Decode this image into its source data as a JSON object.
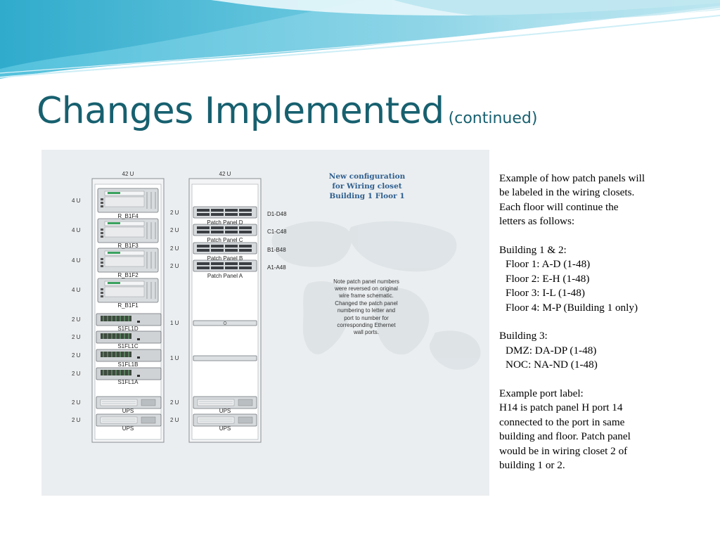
{
  "slide": {
    "title": "Changes Implemented",
    "subtitle": "(continued)"
  },
  "diagram": {
    "rack_left": {
      "header": "42 U",
      "slots": [
        {
          "units": "4 U",
          "label": "R_B1F4",
          "kind": "router"
        },
        {
          "units": "4 U",
          "label": "R_B1F3",
          "kind": "router"
        },
        {
          "units": "4 U",
          "label": "R_B1F2",
          "kind": "router"
        },
        {
          "units": "4 U",
          "label": "R_B1F1",
          "kind": "router"
        },
        {
          "units": "2 U",
          "label": "S1FL1D",
          "kind": "switch"
        },
        {
          "units": "2 U",
          "label": "S1FL1C",
          "kind": "switch"
        },
        {
          "units": "2 U",
          "label": "S1FL1B",
          "kind": "switch"
        },
        {
          "units": "2 U",
          "label": "S1FL1A",
          "kind": "switch"
        },
        {
          "units": "2 U",
          "label": "UPS",
          "kind": "ups"
        },
        {
          "units": "2 U",
          "label": "UPS",
          "kind": "ups"
        }
      ]
    },
    "rack_right": {
      "header": "42 U",
      "slots": [
        {
          "units": "2 U",
          "label": "Patch Panel D",
          "range": "D1-D48",
          "kind": "patch"
        },
        {
          "units": "2 U",
          "label": "Patch Panel C",
          "range": "C1-C48",
          "kind": "patch"
        },
        {
          "units": "2 U",
          "label": "Patch Panel B",
          "range": "B1-B48",
          "kind": "patch"
        },
        {
          "units": "2 U",
          "label": "Patch Panel A",
          "range": "A1-A48",
          "kind": "patch"
        },
        {
          "units": "1 U",
          "label": "",
          "kind": "shelf"
        },
        {
          "units": "1 U",
          "label": "",
          "kind": "shelf-plain"
        },
        {
          "units": "2 U",
          "label": "UPS",
          "kind": "ups"
        },
        {
          "units": "2 U",
          "label": "UPS",
          "kind": "ups"
        }
      ]
    },
    "heading": [
      "New configuration",
      "for Wiring closet",
      "Building 1 Floor 1"
    ],
    "note": [
      "Note patch panel numbers",
      "were reversed on original",
      "wire frame schematic.",
      "Changed the patch panel",
      "numbering to letter and",
      "port to number for",
      "corresponding Ethernet",
      "wall ports."
    ]
  },
  "body": {
    "intro": [
      "Example of how patch panels will",
      "be labeled in the wiring closets.",
      "Each floor will continue the",
      "letters as follows:"
    ],
    "b12_heading": "Building 1 & 2:",
    "b12_items": [
      "Floor 1: A-D (1-48)",
      "Floor 2: E-H (1-48)",
      "Floor 3: I-L (1-48)",
      "Floor 4: M-P (Building 1 only)"
    ],
    "b3_heading": "Building 3:",
    "b3_items": [
      "DMZ: DA-DP (1-48)",
      "NOC: NA-ND (1-48)"
    ],
    "example_heading": "Example port label:",
    "example_lines": [
      "H14 is patch panel H port 14",
      "connected to the port in same",
      "building and floor. Patch panel",
      "would be in wiring closet 2 of",
      "building 1 or 2."
    ]
  },
  "colors": {
    "title": "#17606f",
    "wave_dark": "#3fb6d3",
    "wave_light": "#bfe7f1",
    "diagram_bg": "#ebeef0",
    "heading_blue": "#2f5f8f",
    "port_green": "#3aa25f"
  }
}
